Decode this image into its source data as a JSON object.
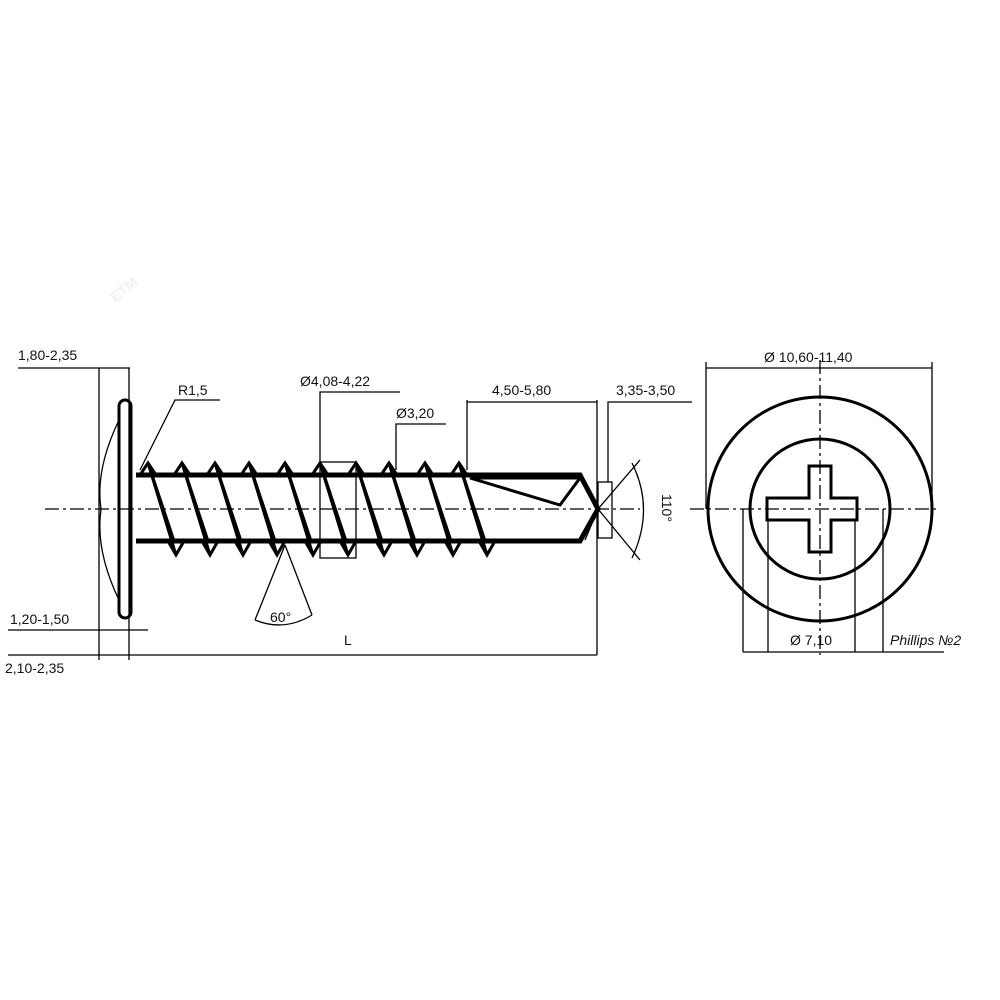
{
  "watermark": "ETM",
  "side_view": {
    "head_thickness": "1,80-2,35",
    "fillet_radius": "R1,5",
    "thread_diameter": "Ø4,08-4,22",
    "core_diameter": "Ø3,20",
    "drill_length": "4,50-5,80",
    "drill_diameter": "3,35-3,50",
    "point_angle": "110°",
    "thread_angle": "60°",
    "washer_thickness": "1,20-1,50",
    "total_head_height": "2,10-2,35",
    "length": "L"
  },
  "end_view": {
    "head_diameter": "Ø 10,60-11,40",
    "inner_diameter": "Ø 7,10",
    "drive": "Phillips №2"
  }
}
